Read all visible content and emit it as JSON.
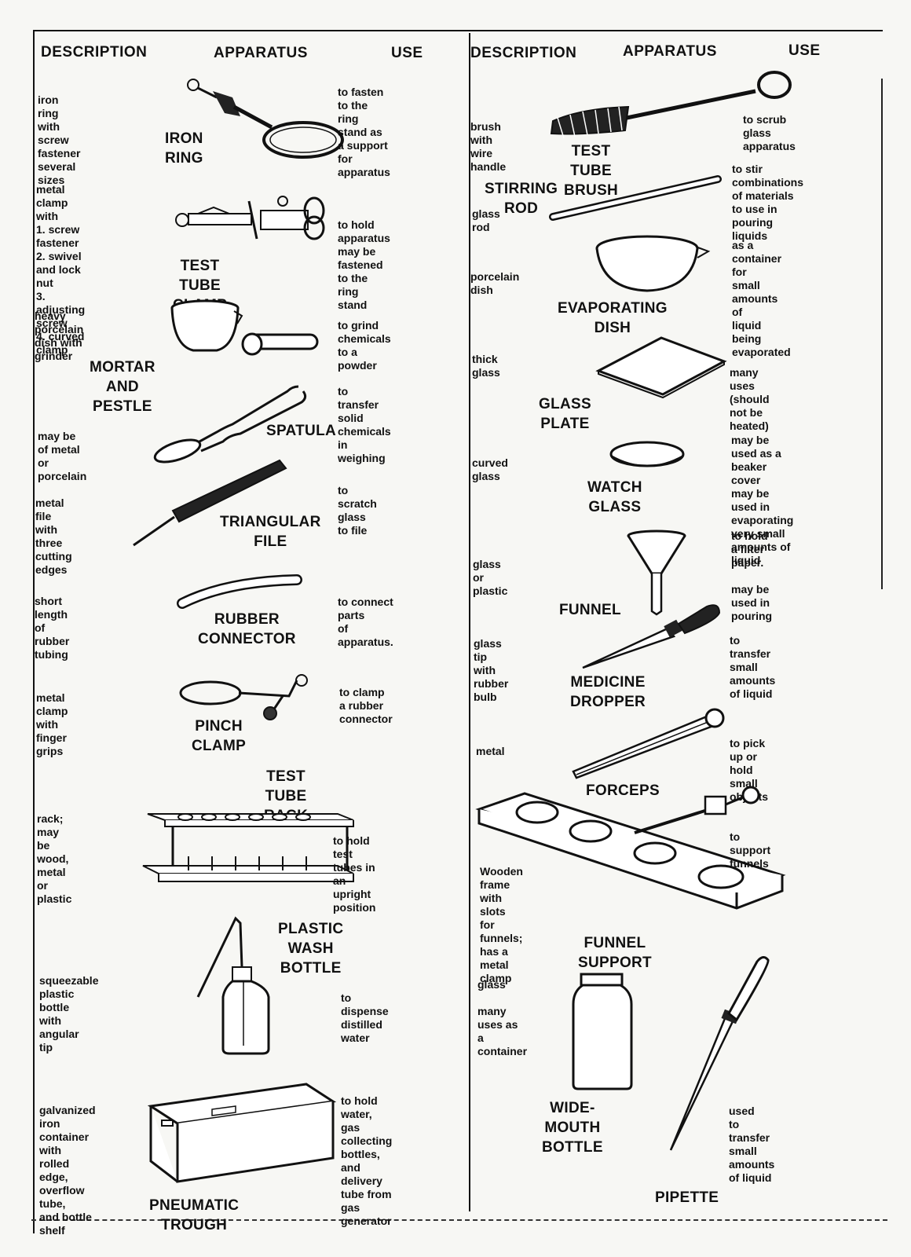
{
  "headers": {
    "left": {
      "description": "DESCRIPTION",
      "apparatus": "APPARATUS",
      "use": "USE"
    },
    "right": {
      "description": "DESCRIPTION",
      "apparatus": "APPARATUS",
      "use": "USE"
    }
  },
  "left_items": [
    {
      "key": "iron-ring",
      "icon": "iron-ring-icon",
      "name": "IRON RING",
      "description": "iron ring with\nscrew fastener\nseveral sizes",
      "use": "to fasten to the ring\nstand as a support\nfor apparatus"
    },
    {
      "key": "test-tube-clamp",
      "icon": "test-tube-clamp-icon",
      "name": "TEST TUBE CLAMP",
      "description": "metal clamp with\n1.  screw fastener\n2.  swivel and lock\n       nut\n3.  adjusting screw\n4.  curved clamp",
      "use": "to hold apparatus\nmay be fastened\nto the ring stand"
    },
    {
      "key": "mortar-and-pestle",
      "icon": "mortar-and-pestle-icon",
      "name": "MORTAR AND PESTLE",
      "description": "heavy porcelain\ndish with grinder",
      "use": "to grind chemicals\nto a powder"
    },
    {
      "key": "spatula",
      "icon": "spatula-icon",
      "name": "SPATULA",
      "description": "may be of metal\nor porcelain",
      "use": "to transfer solid\nchemicals in\nweighing"
    },
    {
      "key": "triangular-file",
      "icon": "triangular-file-icon",
      "name": "TRIANGULAR\nFILE",
      "description": "metal file with three\ncutting edges",
      "use": "to scratch glass\nto file"
    },
    {
      "key": "rubber-connector",
      "icon": "rubber-connector-icon",
      "name": "RUBBER\nCONNECTOR",
      "description": "short length of\nrubber tubing",
      "use": "to connect parts\nof apparatus."
    },
    {
      "key": "pinch-clamp",
      "icon": "pinch-clamp-icon",
      "name": "PINCH\nCLAMP",
      "description": "metal clamp with\nfinger grips",
      "use": "to clamp a rubber\nconnector"
    },
    {
      "key": "test-tube-rack",
      "icon": "test-tube-rack-icon",
      "name": "TEST TUBE\nRACK",
      "description": "rack; may\nbe wood,   metal\nor plastic",
      "use": "to hold test tubes in\nan upright position"
    },
    {
      "key": "plastic-wash-bottle",
      "icon": "wash-bottle-icon",
      "name": "PLASTIC\nWASH BOTTLE",
      "description": "squeezable\nplastic bottle\nwith angular\ntip",
      "use": "to dispense\ndistilled\nwater"
    },
    {
      "key": "pneumatic-trough",
      "icon": "pneumatic-trough-icon",
      "name": "PNEUMATIC TROUGH",
      "description": "galvanized iron\ncontainer with\nrolled edge,\noverflow tube,\nand bottle\nshelf",
      "use": "to hold water,\ngas collecting\nbottles, and\ndelivery tube from\ngas generator"
    }
  ],
  "right_items": [
    {
      "key": "test-tube-brush",
      "icon": "test-tube-brush-icon",
      "name": "TEST TUBE BRUSH",
      "description": "brush with\nwire handle",
      "use": "to scrub\nglass apparatus"
    },
    {
      "key": "stirring-rod",
      "icon": "stirring-rod-icon",
      "name": "STIRRING ROD",
      "description": "glass rod",
      "use": "to stir combinations\nof materials\nto use in pouring\nliquids"
    },
    {
      "key": "evaporating-dish",
      "icon": "evaporating-dish-icon",
      "name": "EVAPORATING DISH",
      "description": "porcelain dish",
      "use": "as a container for\nsmall amounts of\nliquid being\nevaporated"
    },
    {
      "key": "glass-plate",
      "icon": "glass-plate-icon",
      "name": "GLASS PLATE",
      "description": "thick glass",
      "use": "many uses\n(should not be\nheated)"
    },
    {
      "key": "watch-glass",
      "icon": "watch-glass-icon",
      "name": "WATCH GLASS",
      "description": "curved glass",
      "use": "may be used as a\nbeaker cover\nmay be used in\nevaporating very small\namounts of liquid"
    },
    {
      "key": "funnel",
      "icon": "funnel-icon",
      "name": "FUNNEL",
      "description": "glass or plastic",
      "use": "to hold a filter paper.\n\nmay be used in\npouring"
    },
    {
      "key": "medicine-dropper",
      "icon": "medicine-dropper-icon",
      "name": "MEDICINE DROPPER",
      "description": "glass tip with\nrubber bulb",
      "use": "to transfer small\namounts of liquid"
    },
    {
      "key": "forceps",
      "icon": "forceps-icon",
      "name": "FORCEPS",
      "description": "metal",
      "use": "to pick up or hold\nsmall objects"
    },
    {
      "key": "funnel-support",
      "icon": "funnel-support-icon",
      "name": "FUNNEL SUPPORT",
      "description": "Wooden frame\nwith slots for\nfunnels; has a\nmetal clamp",
      "use": "to support\nfunnels"
    },
    {
      "key": "wide-mouth-bottle",
      "icon": "wide-mouth-bottle-icon",
      "name": "WIDE-MOUTH\nBOTTLE",
      "description": "glass\n\nmany uses as\na container",
      "use": ""
    },
    {
      "key": "pipette",
      "icon": "pipette-icon",
      "name": "PIPETTE",
      "description": "",
      "use": "used\nto transfer small amounts\nof liquid"
    }
  ]
}
